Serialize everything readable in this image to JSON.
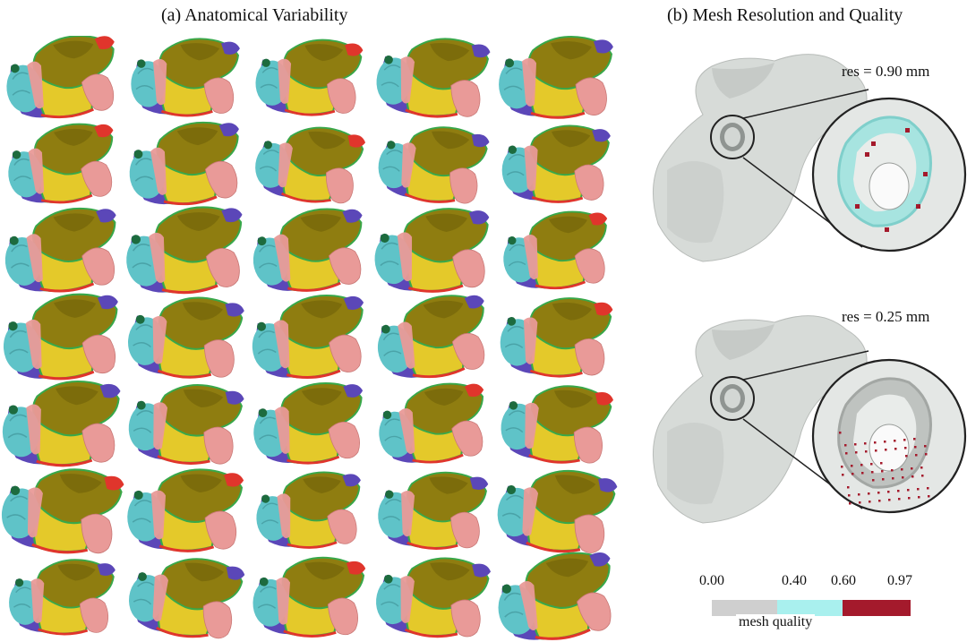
{
  "titles": {
    "a": "(a) Anatomical Variability",
    "b": "(b) Mesh Resolution and Quality"
  },
  "grid": {
    "rows": 7,
    "cols": 5
  },
  "colors": {
    "atrium_body": "#8f7d10",
    "atrium_shadow": "#6e5f08",
    "appendage": "#5fc3c8",
    "veins": "#e99a98",
    "wall_yellow": "#e4c92a",
    "septum_purple": "#5b47b8",
    "boundary_green": "#38a84a",
    "tip_red": "#e0352c",
    "mesh_gray": "#d7dbd8",
    "quality_low": "#cfcfcf",
    "quality_mid": "#a9f0ee",
    "quality_high": "#a41a2c"
  },
  "meshes": [
    {
      "label": "res = 0.90 mm"
    },
    {
      "label": "res = 0.25 mm"
    }
  ],
  "colorbar": {
    "ticks": [
      "0.00",
      "0.40",
      "0.60",
      "0.97"
    ],
    "label": "mesh quality"
  }
}
